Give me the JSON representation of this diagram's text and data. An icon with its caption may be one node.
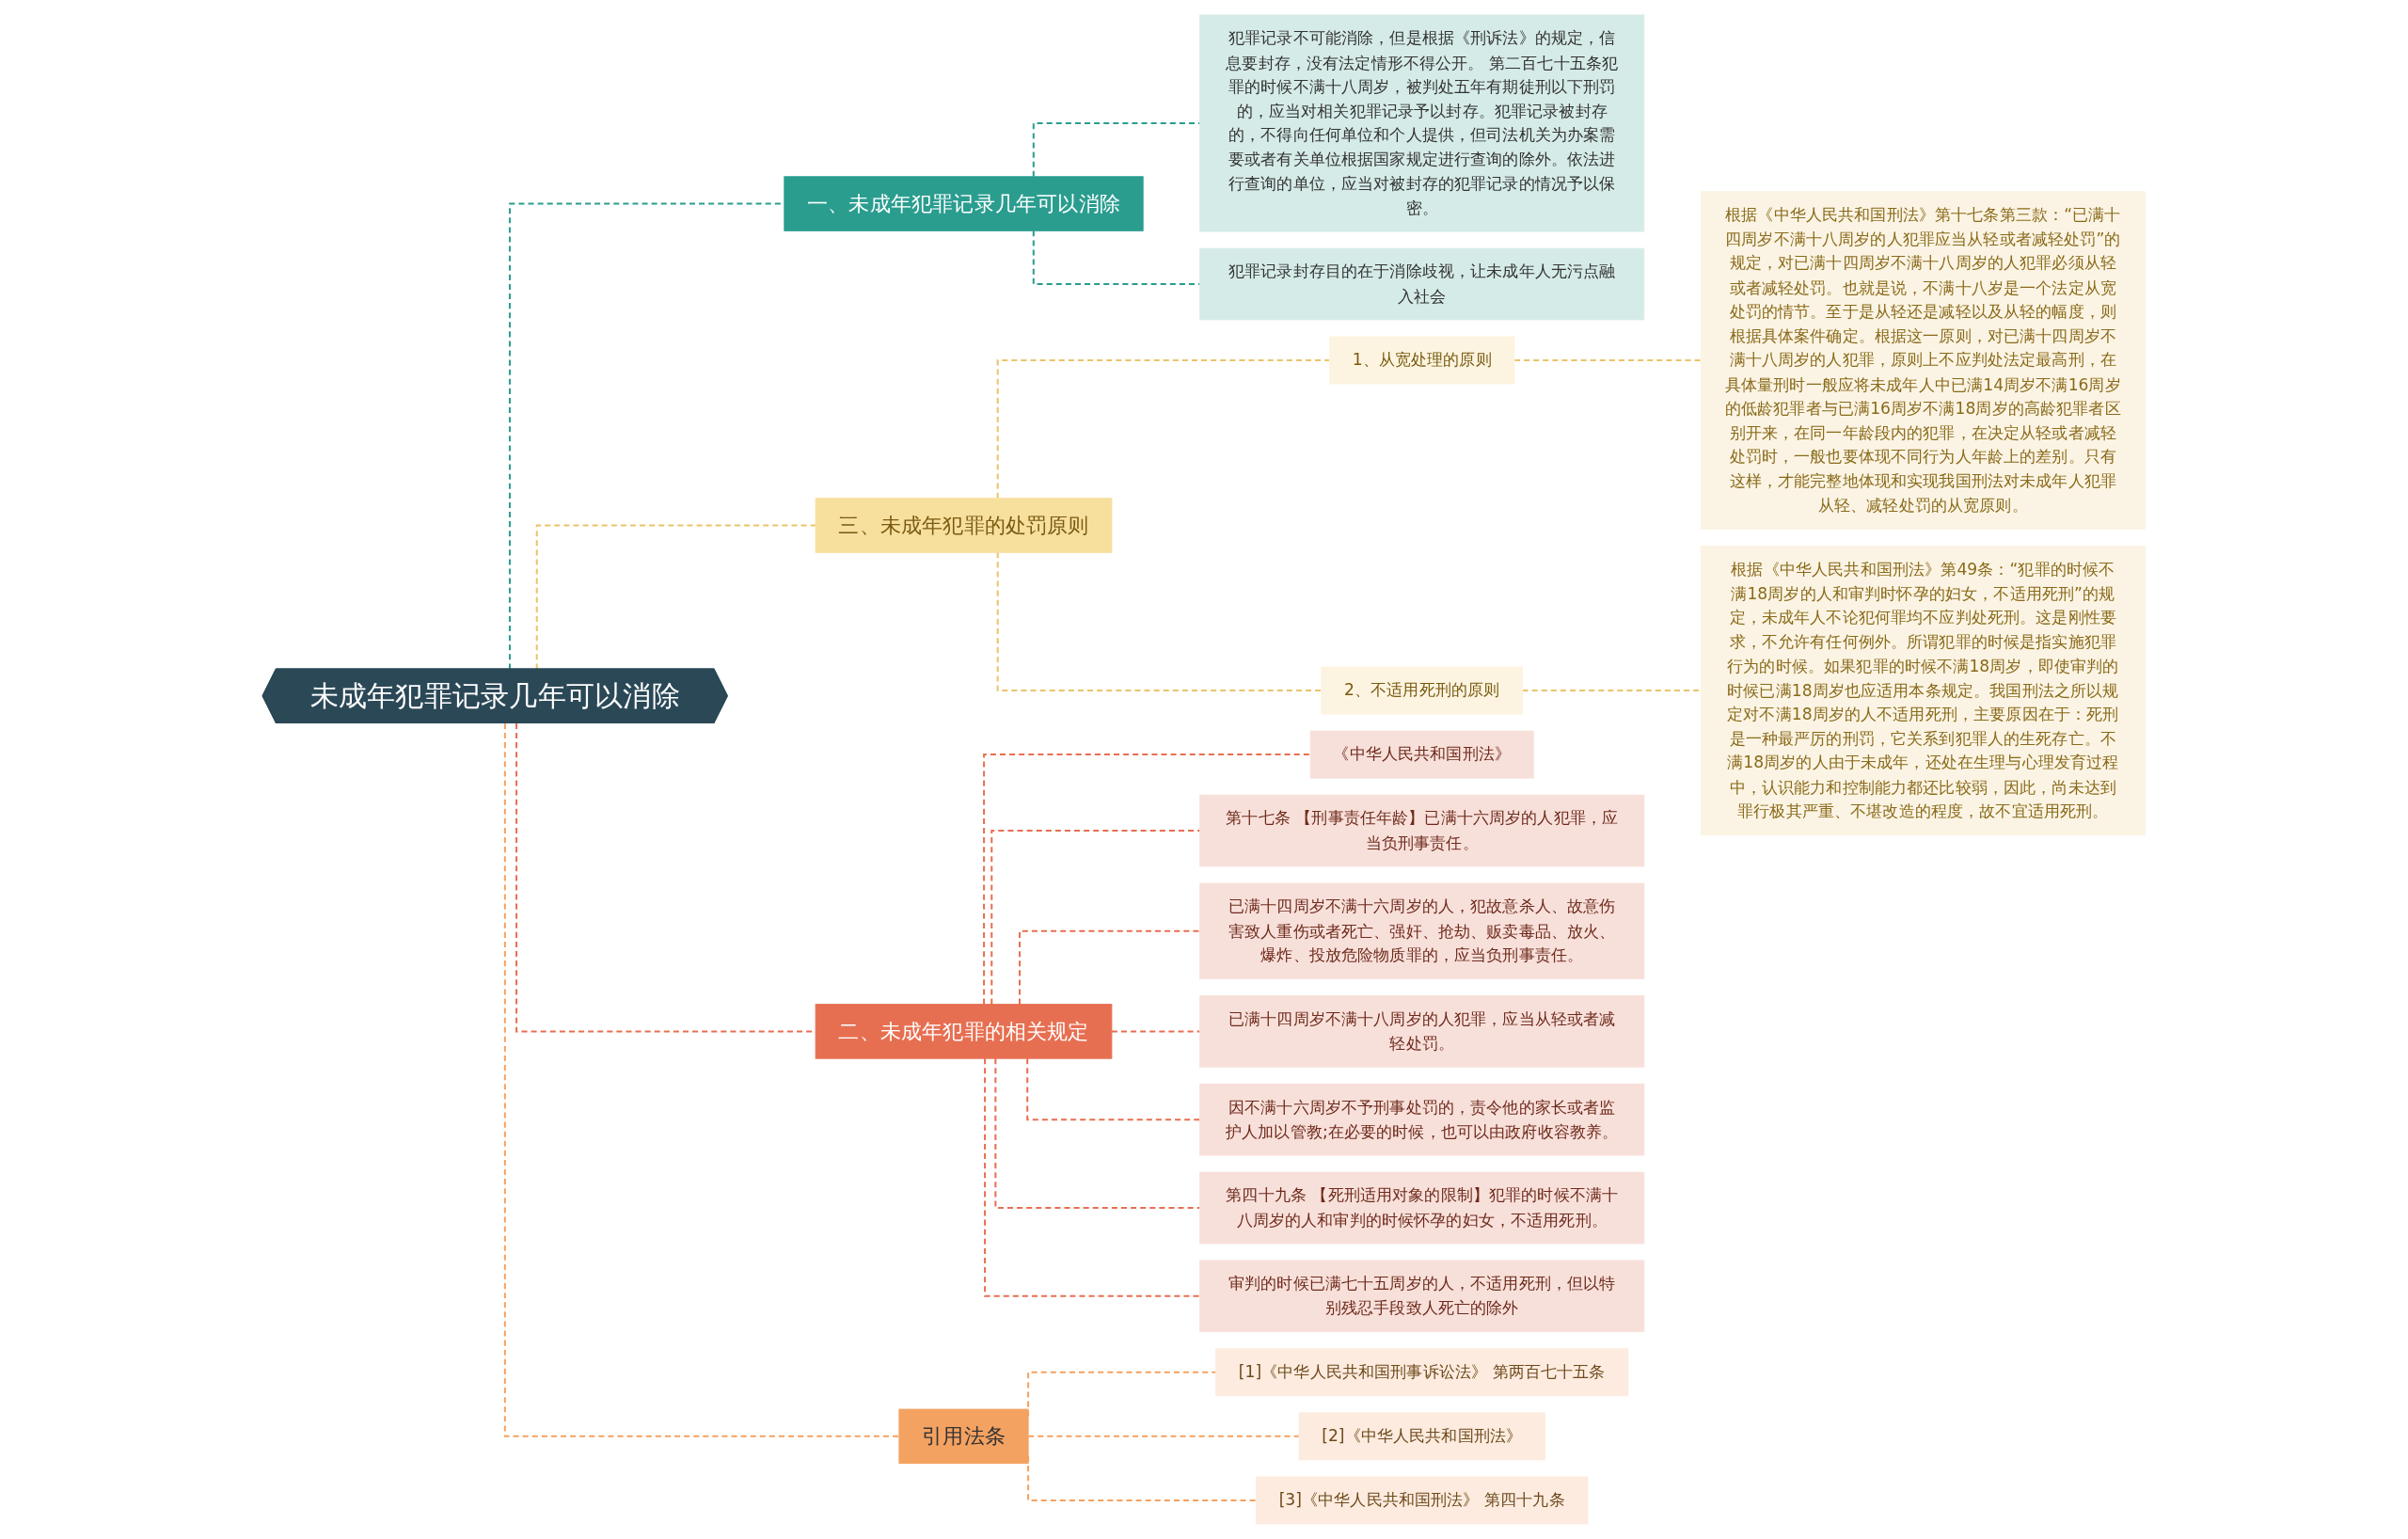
{
  "diagram": {
    "nodes": [
      {
        "text": [
          "未成年犯罪记录几年可以消除"
        ]
      },
      {
        "text": [
          "一、未成年犯罪记录几年可以消除"
        ]
      },
      {
        "text": [
          "犯罪记录不可能消除，但是根据《刑诉法》的规定，信息要封存，没有法定情形不得公开。 第二百七十五条犯罪的时候不满十八周岁，被判处五年有期徒刑以下刑罚的，应当对相关犯罪记录予以封存。犯罪记录被封存的，不得向任何单位和个人提供，但司法机关为办案需要或者有关单位根据国家规定进行查询的除外。依法进行查询的单位，应当对被封存的犯罪记录的情况予以保密。"
        ]
      },
      {
        "text": [
          "犯罪记录封存目的在于消除歧视，让未成年人无污点融入社会"
        ]
      },
      {
        "text": [
          "三、未成年犯罪的处罚原则"
        ]
      },
      {
        "text": [
          "1、从宽处理的原则"
        ]
      },
      {
        "text": [
          "根据《中华人民共和国刑法》第十七条第三款：“已满十四周岁不满十八周岁的人犯罪应当从轻或者减轻处罚”的规定，对已满十四周岁不满十八周岁的人犯罪必须从轻或者减轻处罚。也就是说，不满十八岁是一个法定从宽处罚的情节。至于是从轻还是减轻以及从轻的幅度，则根据具体案件确定。根据这一原则，对已满十四周岁不满十八周岁的人犯罪，原则上不应判处法定最高刑，在具体量刑时一般应将未成年人中已满14周岁不满16周岁的低龄犯罪者与已满16周岁不满18周岁的高龄犯罪者区别开来，在同一年龄段内的犯罪，在决定从轻或者减轻处罚时，一般也要体现不同行为人年龄上的差别。只有这样，才能完整地体现和实现我国刑法对未成年人犯罪从轻、减轻处罚的从宽原则。"
        ]
      },
      {
        "text": [
          "2、不适用死刑的原则"
        ]
      },
      {
        "text": [
          "根据《中华人民共和国刑法》第49条：“犯罪的时候不满18周岁的人和审判时怀孕的妇女，不适用死刑”的规定，未成年人不论犯何罪均不应判处死刑。这是刚性要求，不允许有任何例外。所谓犯罪的时候是指实施犯罪行为的时候。如果犯罪的时候不满18周岁，即使审判的时候已满18周岁也应适用本条规定。我国刑法之所以规定对不满18周岁的人不适用死刑，主要原因在于：死刑是一种最严厉的刑罚，它关系到犯罪人的生死存亡。不满18周岁的人由于未成年，还处在生理与心理发育过程中，认识能力和控制能力都还比较弱，因此，尚未达到罪行极其严重、不堪改造的程度，故不宜适用死刑。"
        ]
      },
      {
        "text": [
          "二、未成年犯罪的相关规定"
        ]
      },
      {
        "text": [
          "《中华人民共和国刑法》"
        ]
      },
      {
        "text": [
          "第十七条 【刑事责任年龄】已满十六周岁的人犯罪，应当负刑事责任。"
        ]
      },
      {
        "text": [
          "已满十四周岁不满十六周岁的人，犯故意杀人、故意伤害致人重伤或者死亡、强奸、抢劫、贩卖毒品、放火、爆炸、投放危险物质罪的，应当负刑事责任。"
        ]
      },
      {
        "text": [
          "已满十四周岁不满十八周岁的人犯罪，应当从轻或者减轻处罚。"
        ]
      },
      {
        "text": [
          "因不满十六周岁不予刑事处罚的，责令他的家长或者监护人加以管教;在必要的时候，也可以由政府收容教养。"
        ]
      },
      {
        "text": [
          "第四十九条 【死刑适用对象的限制】犯罪的时候不满十八周岁的人和审判的时候怀孕的妇女，不适用死刑。"
        ]
      },
      {
        "text": [
          "审判的时候已满七十五周岁的人，不适用死刑，但以特别残忍手段致人死亡的除外"
        ]
      },
      {
        "text": [
          "引用法条"
        ]
      },
      {
        "text": [
          "[1]《中华人民共和国刑事诉讼法》 第两百七十五条"
        ]
      },
      {
        "text": [
          "[2]《中华人民共和国刑法》"
        ]
      },
      {
        "text": [
          "[3]《中华人民共和国刑法》 第四十九条"
        ]
      }
    ],
    "edges": [
      {
        "from": 0,
        "to": 1,
        "arrow": "none",
        "style": "dashed",
        "color": "#2a9d8f"
      },
      {
        "from": 1,
        "to": 2,
        "arrow": "none",
        "style": "dashed",
        "color": "#2a9d8f"
      },
      {
        "from": 1,
        "to": 3,
        "arrow": "none",
        "style": "dashed",
        "color": "#2a9d8f"
      },
      {
        "from": 0,
        "to": 4,
        "arrow": "none",
        "style": "dashed",
        "color": "#e9c46a"
      },
      {
        "from": 4,
        "to": 5,
        "arrow": "none",
        "style": "dashed",
        "color": "#e9c46a"
      },
      {
        "from": 5,
        "to": 6,
        "arrow": "none",
        "style": "dashed",
        "color": "#e9c46a"
      },
      {
        "from": 4,
        "to": 7,
        "arrow": "none",
        "style": "dashed",
        "color": "#e9c46a"
      },
      {
        "from": 7,
        "to": 8,
        "arrow": "none",
        "style": "dashed",
        "color": "#e9c46a"
      },
      {
        "from": 0,
        "to": 9,
        "arrow": "none",
        "style": "dashed"
      },
      {
        "from": 9,
        "to": 10,
        "arrow": "none",
        "style": "dashed"
      },
      {
        "from": 9,
        "to": 11,
        "arrow": "none",
        "style": "dashed"
      },
      {
        "from": 9,
        "to": 12,
        "arrow": "none",
        "style": "dashed"
      },
      {
        "from": 9,
        "to": 13,
        "arrow": "none",
        "style": "dashed"
      },
      {
        "from": 9,
        "to": 14,
        "arrow": "none",
        "style": "dashed"
      },
      {
        "from": 9,
        "to": 15,
        "arrow": "none",
        "style": "dashed"
      },
      {
        "from": 9,
        "to": 16,
        "arrow": "none",
        "style": "dashed"
      },
      {
        "from": 0,
        "to": 17,
        "arrow": "none",
        "style": "dashed",
        "color": "#f4a261"
      },
      {
        "from": 17,
        "to": 18,
        "arrow": "none",
        "style": "dashed",
        "color": "#f4a261"
      },
      {
        "from": 17,
        "to": 19,
        "arrow": "none",
        "style": "dashed",
        "color": "#f4a261"
      },
      {
        "from": 17,
        "to": 20,
        "arrow": "none",
        "style": "dashed",
        "color": "#f4a261"
      }
    ]
  }
}
